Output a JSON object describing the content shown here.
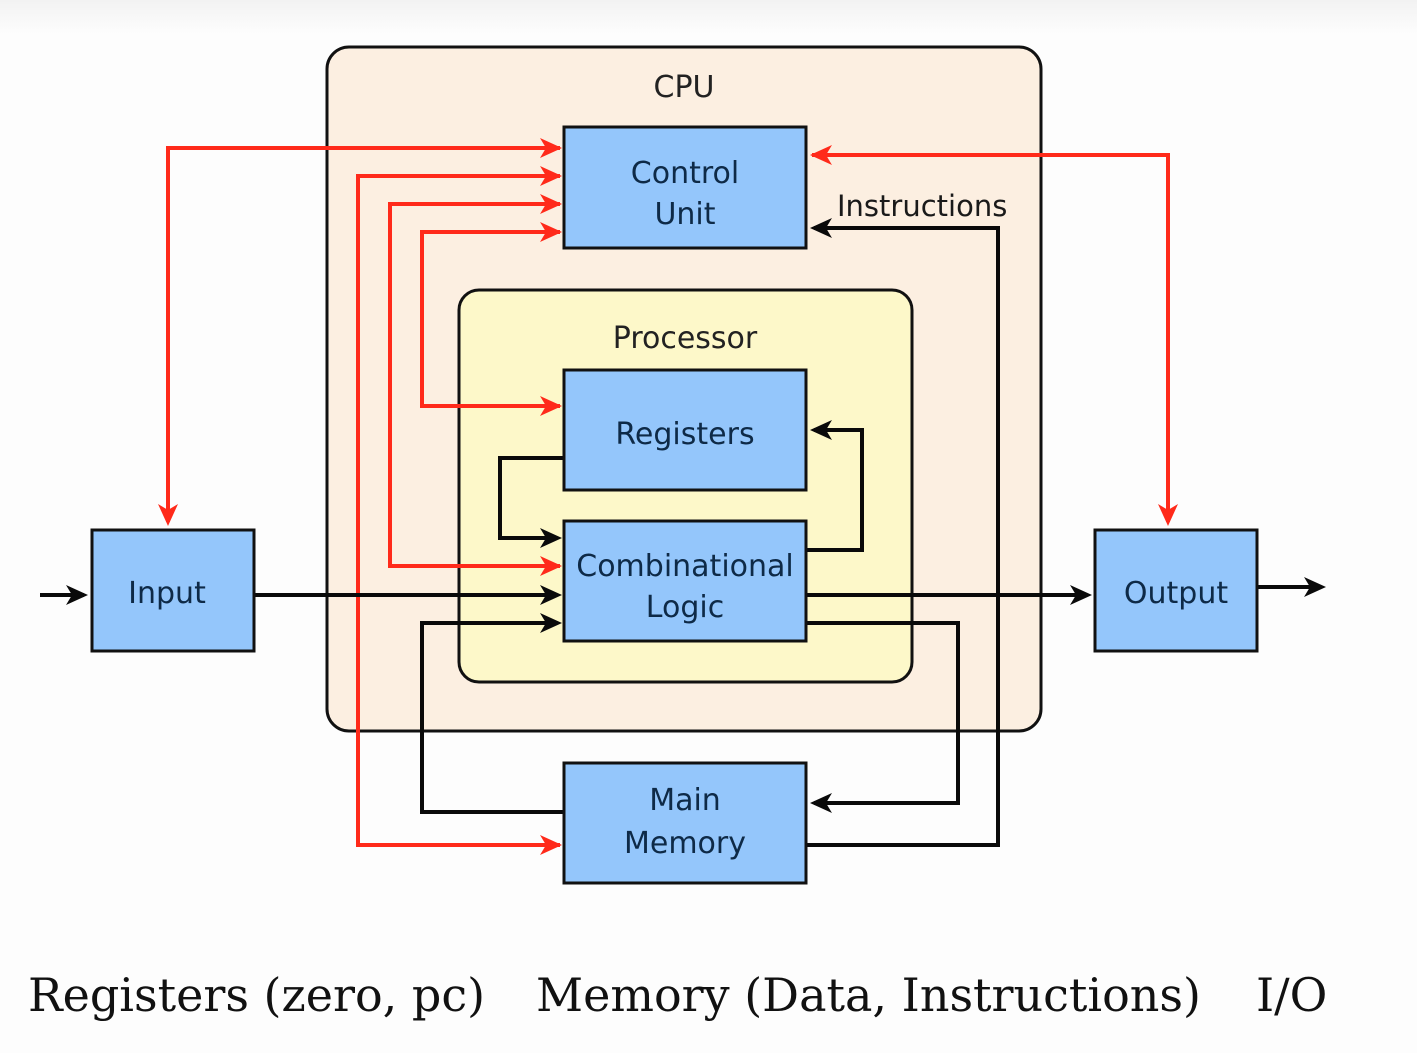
{
  "diagram": {
    "title": "CPU block diagram",
    "groups": {
      "cpu": "CPU",
      "processor": "Processor"
    },
    "blocks": {
      "control_unit": [
        "Control",
        "Unit"
      ],
      "registers": [
        "Registers"
      ],
      "combinational_logic": [
        "Combinational",
        "Logic"
      ],
      "main_memory": [
        "Main",
        "Memory"
      ],
      "input": [
        "Input"
      ],
      "output": [
        "Output"
      ]
    },
    "wire_labels": {
      "instructions": "Instructions"
    },
    "colors": {
      "block_fill": "#94c6fb",
      "cpu_fill": "#fcefe1",
      "processor_fill": "#fdf8c9",
      "control_wire": "#ff2a1a",
      "data_wire": "#0a0a0a"
    }
  },
  "caption": {
    "items": [
      "Registers (zero, pc)",
      "Memory (Data, Instructions)",
      "I/O"
    ]
  }
}
